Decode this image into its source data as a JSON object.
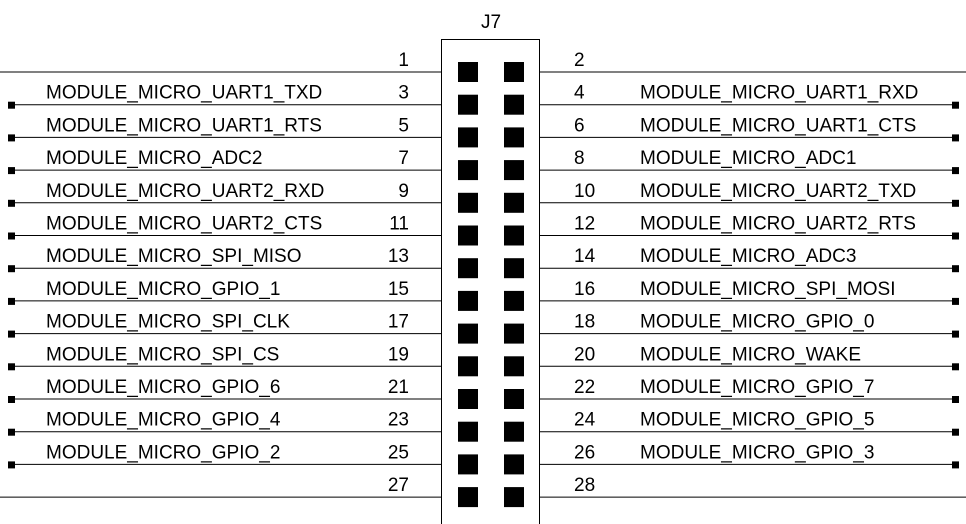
{
  "connector": {
    "reference": "J7",
    "pins": [
      {
        "number": "1",
        "signal": ""
      },
      {
        "number": "2",
        "signal": ""
      },
      {
        "number": "3",
        "signal": "MODULE_MICRO_UART1_TXD"
      },
      {
        "number": "4",
        "signal": "MODULE_MICRO_UART1_RXD"
      },
      {
        "number": "5",
        "signal": "MODULE_MICRO_UART1_RTS"
      },
      {
        "number": "6",
        "signal": "MODULE_MICRO_UART1_CTS"
      },
      {
        "number": "7",
        "signal": "MODULE_MICRO_ADC2"
      },
      {
        "number": "8",
        "signal": "MODULE_MICRO_ADC1"
      },
      {
        "number": "9",
        "signal": "MODULE_MICRO_UART2_RXD"
      },
      {
        "number": "10",
        "signal": "MODULE_MICRO_UART2_TXD"
      },
      {
        "number": "11",
        "signal": "MODULE_MICRO_UART2_CTS"
      },
      {
        "number": "12",
        "signal": "MODULE_MICRO_UART2_RTS"
      },
      {
        "number": "13",
        "signal": "MODULE_MICRO_SPI_MISO"
      },
      {
        "number": "14",
        "signal": "MODULE_MICRO_ADC3"
      },
      {
        "number": "15",
        "signal": "MODULE_MICRO_GPIO_1"
      },
      {
        "number": "16",
        "signal": "MODULE_MICRO_SPI_MOSI"
      },
      {
        "number": "17",
        "signal": "MODULE_MICRO_SPI_CLK"
      },
      {
        "number": "18",
        "signal": "MODULE_MICRO_GPIO_0"
      },
      {
        "number": "19",
        "signal": "MODULE_MICRO_SPI_CS"
      },
      {
        "number": "20",
        "signal": "MODULE_MICRO_WAKE"
      },
      {
        "number": "21",
        "signal": "MODULE_MICRO_GPIO_6"
      },
      {
        "number": "22",
        "signal": "MODULE_MICRO_GPIO_7"
      },
      {
        "number": "23",
        "signal": "MODULE_MICRO_GPIO_4"
      },
      {
        "number": "24",
        "signal": "MODULE_MICRO_GPIO_5"
      },
      {
        "number": "25",
        "signal": "MODULE_MICRO_GPIO_2"
      },
      {
        "number": "26",
        "signal": "MODULE_MICRO_GPIO_3"
      },
      {
        "number": "27",
        "signal": ""
      },
      {
        "number": "28",
        "signal": ""
      }
    ]
  }
}
